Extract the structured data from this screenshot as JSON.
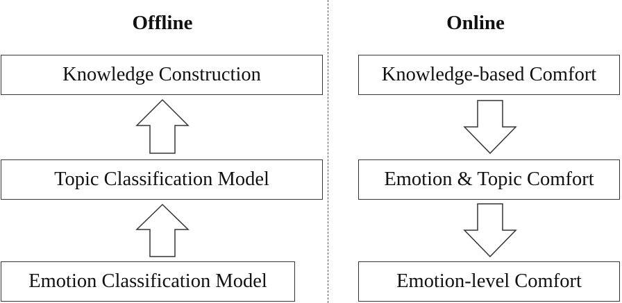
{
  "offline": {
    "heading": "Offline",
    "boxes": [
      "Knowledge Construction",
      "Topic Classification Model",
      "Emotion Classification Model"
    ],
    "arrow_direction": "up"
  },
  "online": {
    "heading": "Online",
    "boxes": [
      "Knowledge-based Comfort",
      "Emotion & Topic Comfort",
      "Emotion-level Comfort"
    ],
    "arrow_direction": "down"
  }
}
